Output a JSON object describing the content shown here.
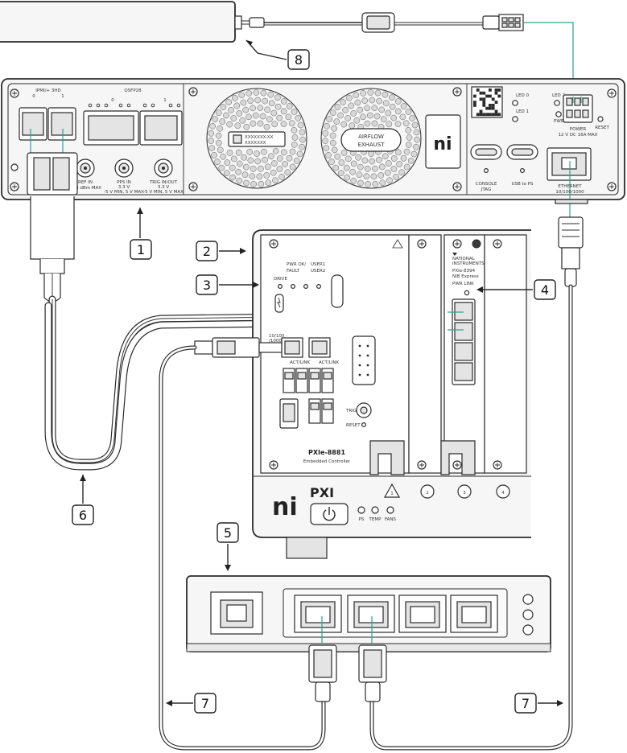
{
  "callouts": {
    "c1": "1",
    "c2": "2",
    "c3": "3",
    "c4": "4",
    "c5": "5",
    "c6": "6",
    "c7a": "7",
    "c7b": "7",
    "c8": "8"
  },
  "top_device": {
    "ipmi_label": "IPMI/+ 3HD",
    "port_a": "0",
    "port_b": "1",
    "qsfp_label": "QSFP28",
    "qsfp_a": "0",
    "qsfp_b": "1",
    "ref_in": "REF IN",
    "ref_in_sub": "+13 dBm MAX",
    "pps_in": "PPS IN",
    "pps_in_sub1": "3.3 V",
    "pps_in_sub2": "-5 V MIN, 5 V MAX",
    "trig_in": "TRIG IN/OUT",
    "trig_in_sub1": "3.3 V",
    "trig_in_sub2": "-5 V MIN, 5 V MAX",
    "serial_label": "XXXXXXX-XX",
    "serial_sub": "XXXXXXX",
    "airflow1": "AIRFLOW",
    "airflow2": "EXHAUST",
    "logo": "ni",
    "led0": "LED 0",
    "led1": "LED 1",
    "led2": "LED 2",
    "pwr": "PWR",
    "power": "POWER",
    "power_sub": "12 V DC 16A MAX",
    "reset": "RESET",
    "console": "CONSOLE",
    "jtag": "JTAG",
    "usb_to_ps": "USB to PS",
    "ethernet": "ETHERNET",
    "ethernet_sub": "10/100/1000"
  },
  "pxi_chassis": {
    "pwr_ok": "PWR OK/",
    "fault": "FAULT",
    "drive": "DRIVE",
    "user1": "USER1",
    "user2": "USER2",
    "eth_a": "10/100",
    "eth_a2": "/1000",
    "act_link": "ACT/LINK",
    "trig": "TRIG",
    "reset": "RESET",
    "controller_model": "PXIe-8881",
    "controller_sub": "Embedded Controller",
    "card_brand1": "NATIONAL",
    "card_brand2": "INSTRUMENTS",
    "card_model": "PXIe-8394",
    "card_sub": "NIB Express",
    "pwr_link": "PWR LINK",
    "logo_ni": "ni",
    "logo_pxi": "PXI",
    "ps": "PS",
    "temp": "TEMP",
    "fans": "FANS",
    "slot1": "1",
    "slot2": "2",
    "slot3": "3",
    "slot4": "4"
  }
}
